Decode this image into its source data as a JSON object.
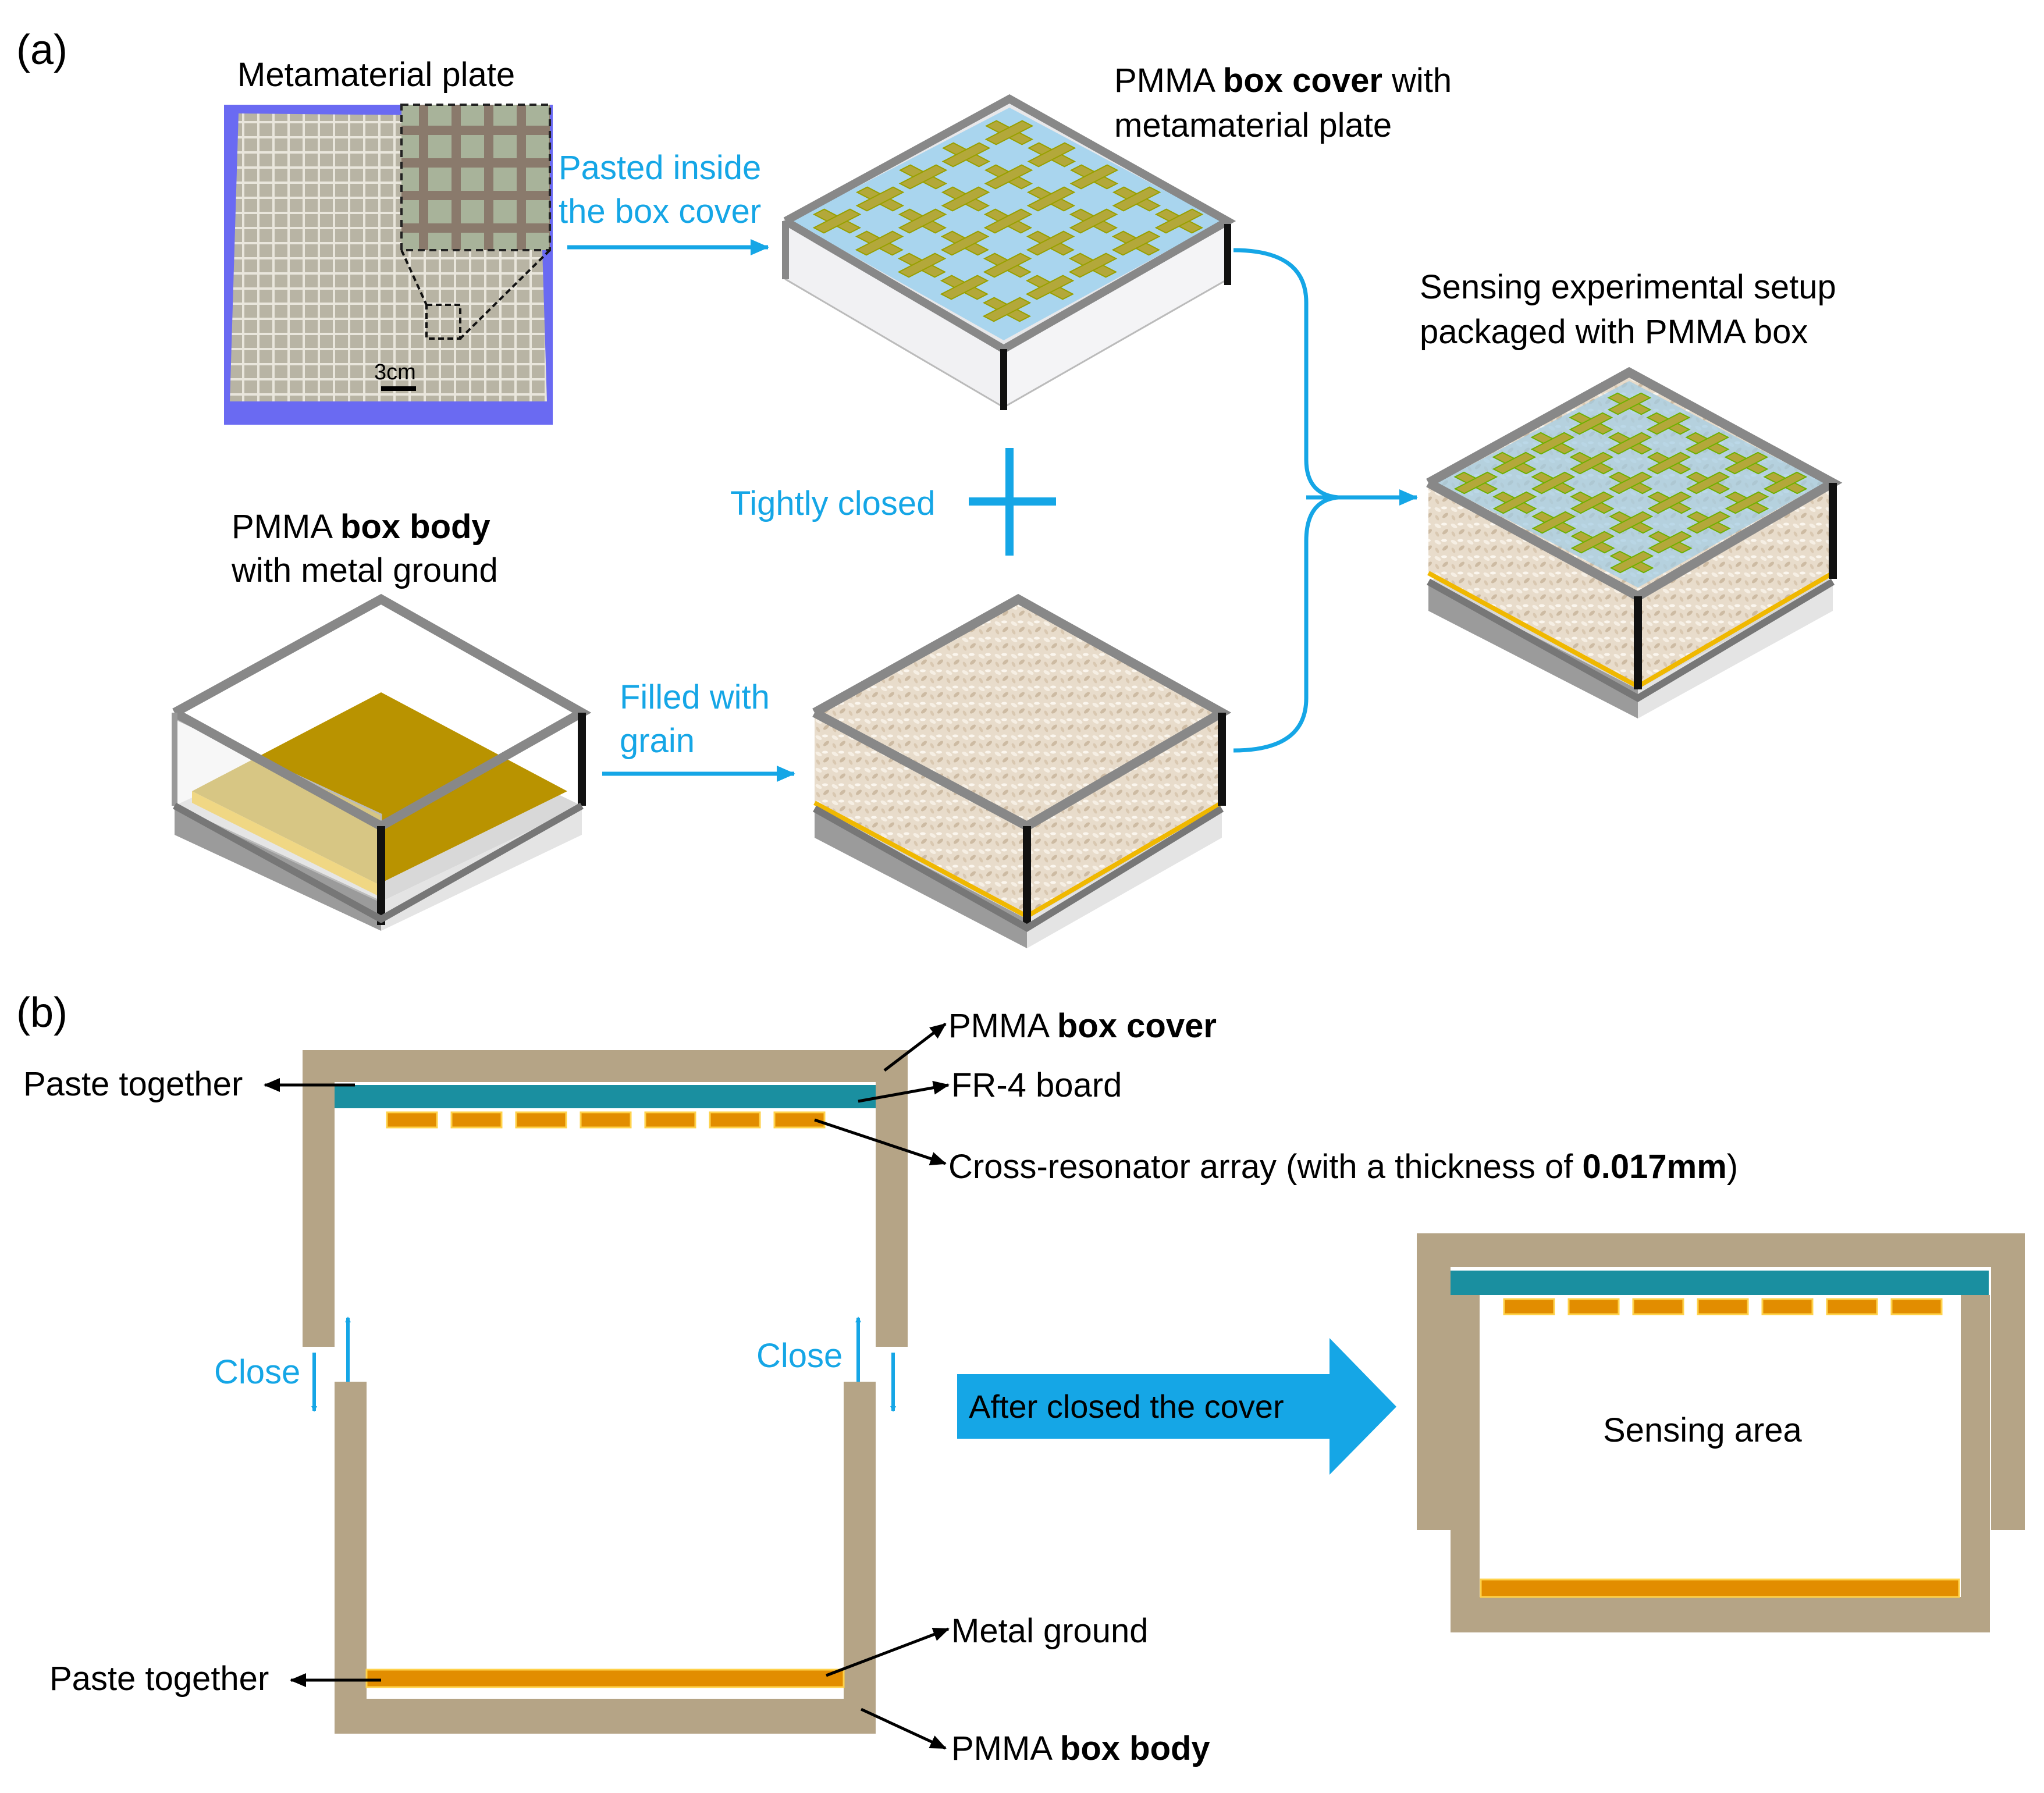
{
  "panel_a": {
    "label": "(a)",
    "metamaterial_plate": "Metamaterial plate",
    "scale_bar": "3cm",
    "pasted_inside_1": "Pasted inside",
    "pasted_inside_2": "the box cover",
    "cover_title_normal_1": "PMMA ",
    "cover_title_bold": "box cover",
    "cover_title_normal_2": " with",
    "cover_title_line2": "metamaterial plate",
    "tightly_closed": "Tightly closed",
    "body_title_normal_1": "PMMA ",
    "body_title_bold": "box body",
    "body_title_line2": "with metal ground",
    "filled_with_1": "Filled with",
    "filled_with_2": "grain",
    "sensing_setup_1": "Sensing experimental setup",
    "sensing_setup_2": "packaged with PMMA box"
  },
  "panel_b": {
    "label": "(b)",
    "cover_label_normal": "PMMA ",
    "cover_label_bold": "box cover",
    "fr4": "FR-4 board",
    "resonator_normal_1": "Cross-resonator array (with a thickness of ",
    "resonator_bold": "0.017mm",
    "resonator_normal_2": ")",
    "paste_together_top": "Paste together",
    "close_left": "Close",
    "close_right": "Close",
    "after_closed": "After closed the cover",
    "sensing_area": "Sensing area",
    "metal_ground": "Metal ground",
    "paste_together_bottom": "Paste together",
    "body_label_normal": "PMMA ",
    "body_label_bold": "box body"
  },
  "colors": {
    "accent_blue": "#15a6e6",
    "pmma_tan": "#b5a486",
    "fr4_teal": "#1a8fa0",
    "resonator_orange": "#e28d00",
    "metal_gold": "#b89000",
    "frame_gray": "#8a8a8a"
  }
}
